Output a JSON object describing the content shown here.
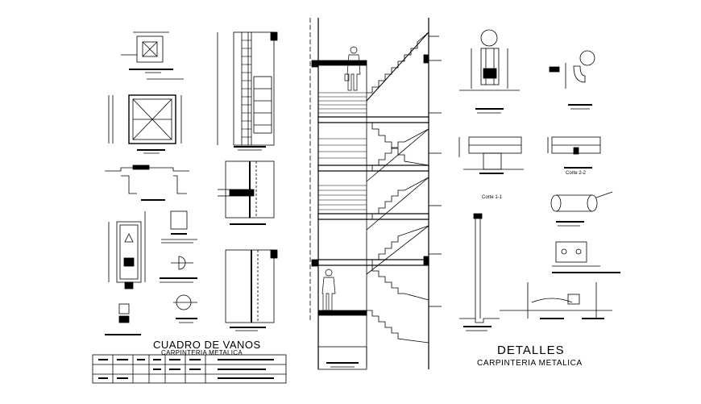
{
  "drawing": {
    "schedule_title": "CUADRO DE VANOS",
    "schedule_subtitle": "CARPINTERIA METALICA",
    "details_title": "DETALLES",
    "details_subtitle": "CARPINTERIA METALICA",
    "cut_1": "Corte 1-1",
    "cut_2": "Corte 2-2"
  },
  "colors": {
    "line": "#000000",
    "background": "#ffffff"
  }
}
